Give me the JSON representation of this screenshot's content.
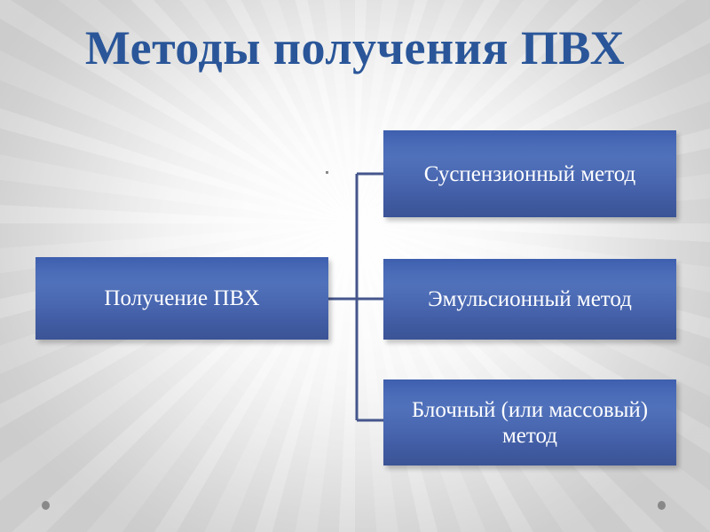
{
  "slide": {
    "title": "Методы получения ПВХ",
    "background_color": "#e2e2e2",
    "title_color": "#2a5699",
    "box_fill_top": "#3e5fae",
    "box_fill_mid": "#5071ba",
    "box_fill_bottom": "#3b5496",
    "box_text_color": "#ffffff",
    "connector_color": "#45568c"
  },
  "diagram": {
    "type": "tree",
    "orientation": "left-to-right",
    "root": {
      "id": "root",
      "label": "Получение ПВХ"
    },
    "branches": [
      {
        "id": "branch-1",
        "label": "Суспензионный метод",
        "lines": [
          "Суспензионный",
          "метод"
        ]
      },
      {
        "id": "branch-2",
        "label": "Эмульсионный метод",
        "lines": [
          "Эмульсионный метод"
        ]
      },
      {
        "id": "branch-3",
        "label": "Блочный (или массовый) метод",
        "lines": [
          "Блочный (или",
          "массовый) метод"
        ]
      }
    ]
  },
  "decorations": {
    "dot_left": "decorative-dot",
    "dot_right": "decorative-dot"
  }
}
